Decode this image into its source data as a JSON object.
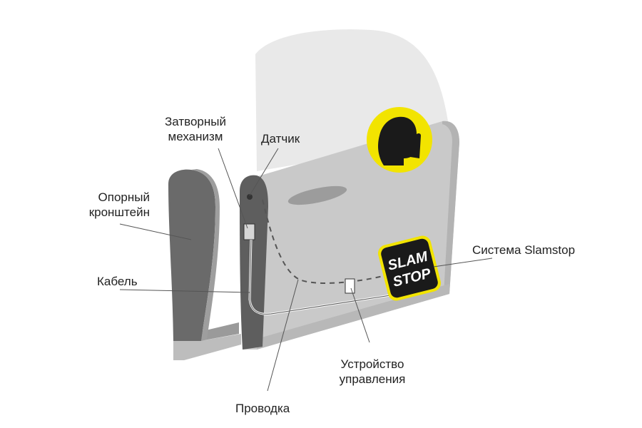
{
  "labels": {
    "shutter": [
      "Затворный",
      "механизм"
    ],
    "sensor": "Датчик",
    "bracket": [
      "Опорный",
      "кронштейн"
    ],
    "cable": "Кабель",
    "system": "Система Slamstop",
    "control": [
      "Устройство",
      "управления"
    ],
    "wiring": "Проводка"
  },
  "badge": {
    "line1": "SLAM",
    "line2": "STOP"
  },
  "colors": {
    "seat_body": "#cccccc",
    "seat_edge": "#888888",
    "bracket": "#666666",
    "glass": "#e8e8e8",
    "yellow": "#f2e400",
    "badge_bg": "#1a1a1a",
    "leader_line": "#555555"
  },
  "icons": {
    "silence": "silence-finger-icon"
  }
}
